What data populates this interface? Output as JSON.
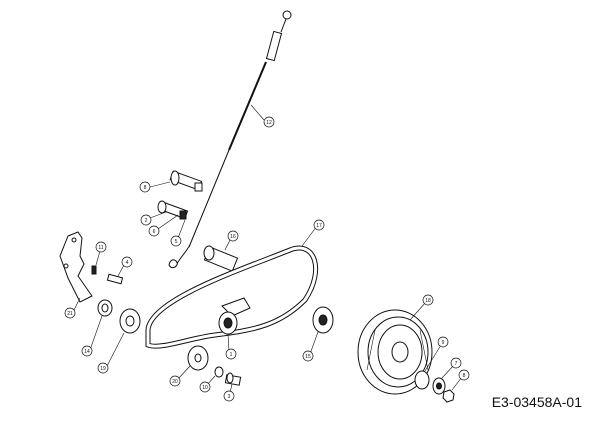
{
  "diagram": {
    "reference_code": "E3-03458A-01",
    "callouts": [
      {
        "id": "c12",
        "label": "12"
      },
      {
        "id": "c8a",
        "label": "8"
      },
      {
        "id": "c2",
        "label": "2"
      },
      {
        "id": "c6",
        "label": "6"
      },
      {
        "id": "c5",
        "label": "5"
      },
      {
        "id": "c11",
        "label": "11"
      },
      {
        "id": "c4",
        "label": "4"
      },
      {
        "id": "c16",
        "label": "16"
      },
      {
        "id": "c17",
        "label": "17"
      },
      {
        "id": "c21",
        "label": "21"
      },
      {
        "id": "c14",
        "label": "14"
      },
      {
        "id": "c19",
        "label": "19"
      },
      {
        "id": "c1",
        "label": "1"
      },
      {
        "id": "c15",
        "label": "15"
      },
      {
        "id": "c18",
        "label": "18"
      },
      {
        "id": "c9",
        "label": "9"
      },
      {
        "id": "c7",
        "label": "7"
      },
      {
        "id": "c8b",
        "label": "8"
      },
      {
        "id": "c20",
        "label": "20"
      },
      {
        "id": "c10",
        "label": "10"
      },
      {
        "id": "c3",
        "label": "3"
      }
    ]
  }
}
